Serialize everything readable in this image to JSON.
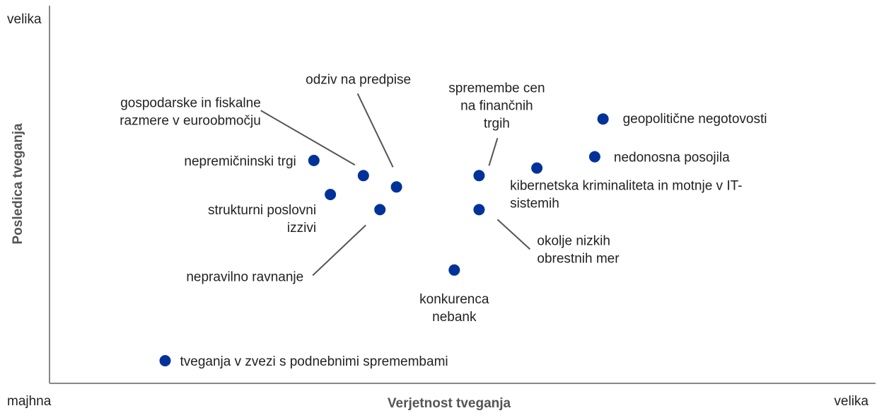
{
  "chart_data": {
    "type": "scatter",
    "title": "",
    "xlabel": "Verjetnost tveganja",
    "ylabel": "Posledica tveganja",
    "x_low_label": "majhna",
    "x_high_label": "velika",
    "y_high_label": "velika",
    "xlim": [
      0,
      100
    ],
    "ylim": [
      0,
      100
    ],
    "grid": false,
    "marker_color": "#003299",
    "axis_color": "#888888",
    "leader_color": "#555555",
    "points": [
      {
        "label": "geopolitične negotovosti",
        "x": 67,
        "y": 70
      },
      {
        "label": "nedonosna posojila",
        "x": 66,
        "y": 60
      },
      {
        "label": "kibernetska kriminaliteta in motnje v IT-sistemih",
        "x": 59,
        "y": 57
      },
      {
        "label": "spremembe cen na finančnih trgih",
        "x": 52,
        "y": 55
      },
      {
        "label": "okolje nizkih obrestnih mer",
        "x": 52,
        "y": 46
      },
      {
        "label": "odziv na predpise",
        "x": 42,
        "y": 52
      },
      {
        "label": "gospodarske in fiskalne razmere v euroobmočju",
        "x": 38,
        "y": 55
      },
      {
        "label": "nepremičninski trgi",
        "x": 32,
        "y": 59
      },
      {
        "label": "strukturni poslovni izzivi",
        "x": 34,
        "y": 50
      },
      {
        "label": "nepravilno ravnanje",
        "x": 40,
        "y": 46
      },
      {
        "label": "konkurenca nebank",
        "x": 49,
        "y": 30
      },
      {
        "label": "tveganja v zvezi s podnebnimi spremembami",
        "x": 14,
        "y": 6
      }
    ]
  }
}
